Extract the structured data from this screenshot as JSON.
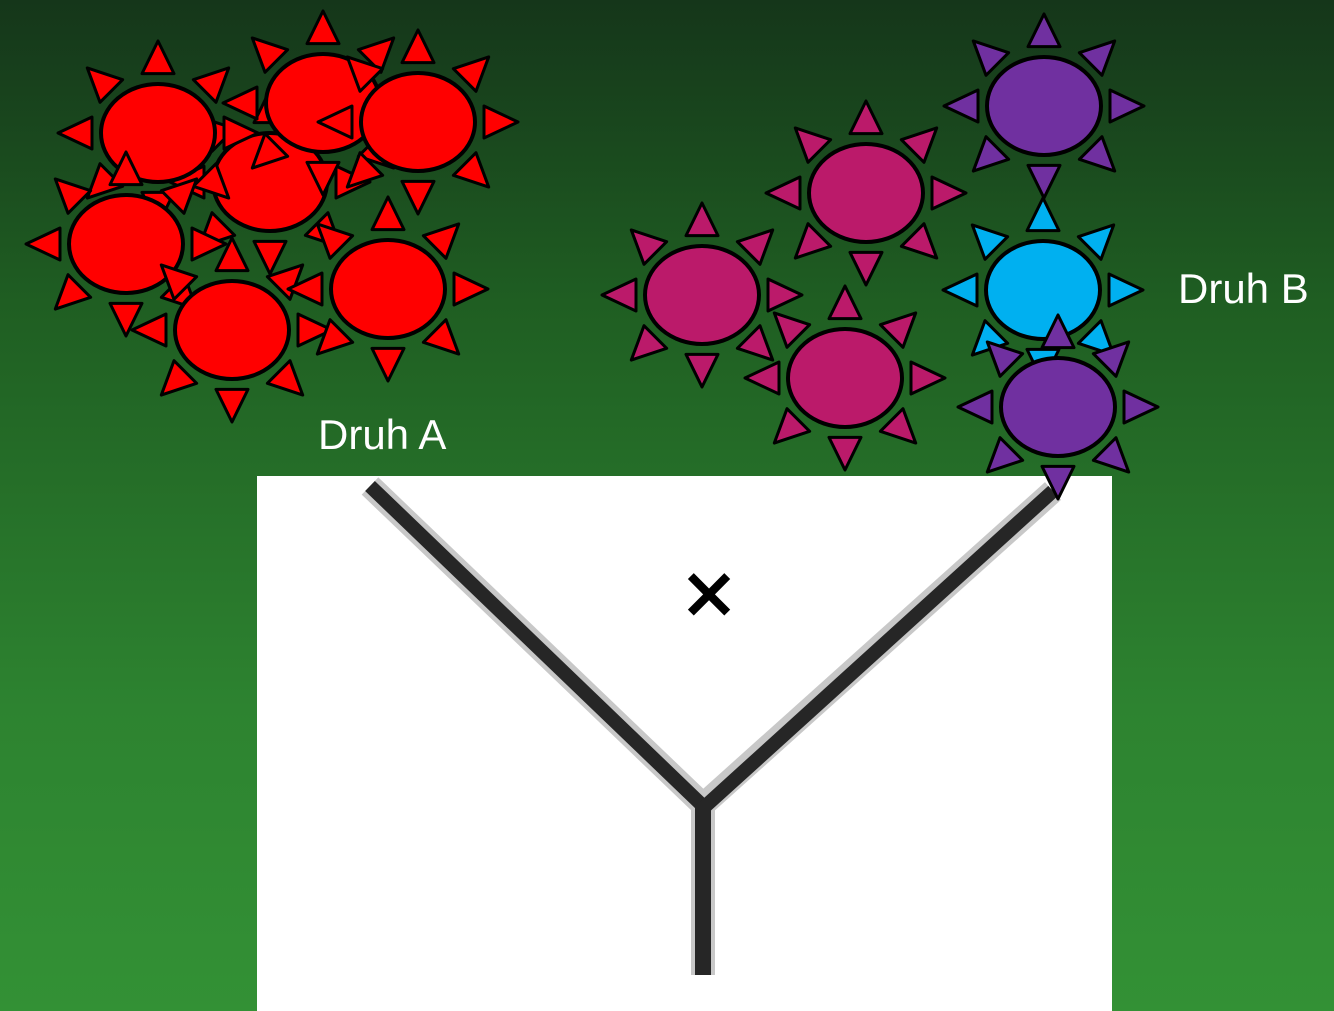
{
  "labels": {
    "species_a": "Druh A",
    "species_b": "Druh B",
    "cross_symbol": "×"
  },
  "colors": {
    "background_top": "#15361a",
    "background_bottom": "#339135",
    "species_a": "#ff0000",
    "hybrid": "#bb1a6a",
    "purple": "#7030a0",
    "species_b": "#00b0f0",
    "outline": "#000000",
    "panel": "#ffffff",
    "tree": "#262626"
  },
  "organisms": [
    {
      "group": "species-a",
      "color": "#ff0000"
    },
    {
      "group": "species-a",
      "color": "#ff0000"
    },
    {
      "group": "species-a",
      "color": "#ff0000"
    },
    {
      "group": "species-a",
      "color": "#ff0000"
    },
    {
      "group": "species-a",
      "color": "#ff0000"
    },
    {
      "group": "species-a",
      "color": "#ff0000"
    },
    {
      "group": "species-a",
      "color": "#ff0000"
    },
    {
      "group": "hybrid",
      "color": "#bb1a6a"
    },
    {
      "group": "hybrid",
      "color": "#bb1a6a"
    },
    {
      "group": "hybrid",
      "color": "#bb1a6a"
    },
    {
      "group": "purple",
      "color": "#7030a0"
    },
    {
      "group": "species-b",
      "color": "#00b0f0"
    },
    {
      "group": "purple",
      "color": "#7030a0"
    }
  ],
  "icons": {
    "organism": "spiked-circle-icon",
    "cross": "cross-icon",
    "tree": "y-branch-diagram"
  }
}
